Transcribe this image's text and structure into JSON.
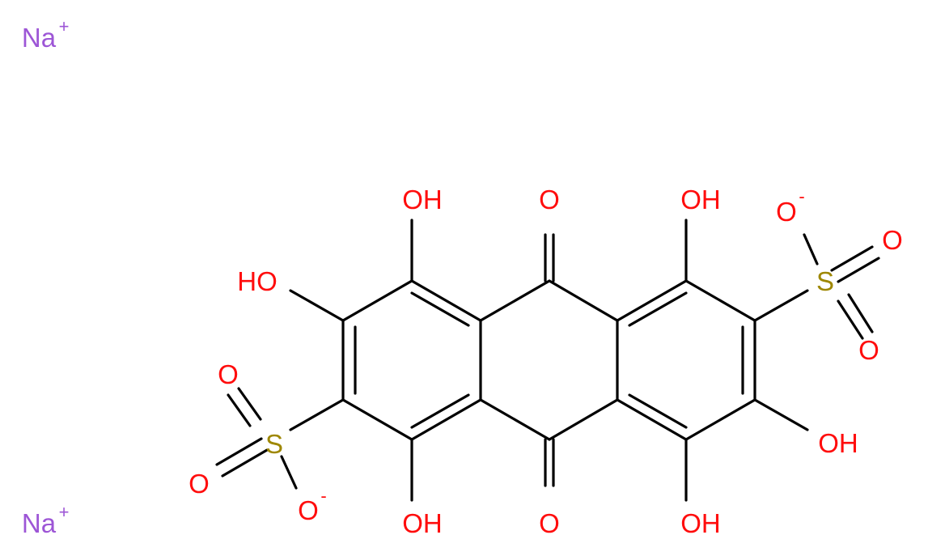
{
  "colors": {
    "oxygen": "#ff0d0d",
    "sulfur": "#9e8700",
    "sodium": "#9d56d6",
    "bond": "#000000",
    "background": "#ffffff"
  },
  "ions": {
    "na_top": {
      "symbol": "Na",
      "charge": "+"
    },
    "na_bottom": {
      "symbol": "Na",
      "charge": "+"
    }
  },
  "labels": {
    "oh_c1": "OH",
    "oh_c2": "HO",
    "oh_c4": "OH",
    "oh_c5": "OH",
    "oh_c6": "OH",
    "oh_c8": "OH",
    "o_top": "O",
    "o_bottom": "O",
    "s_right": "S",
    "s_left": "S",
    "so3r_o1": "O",
    "so3r_o2": "O",
    "so3r_ominus": "O",
    "so3r_minus": "-",
    "so3l_o1": "O",
    "so3l_o2": "O",
    "so3l_ominus": "O",
    "so3l_minus": "-"
  }
}
